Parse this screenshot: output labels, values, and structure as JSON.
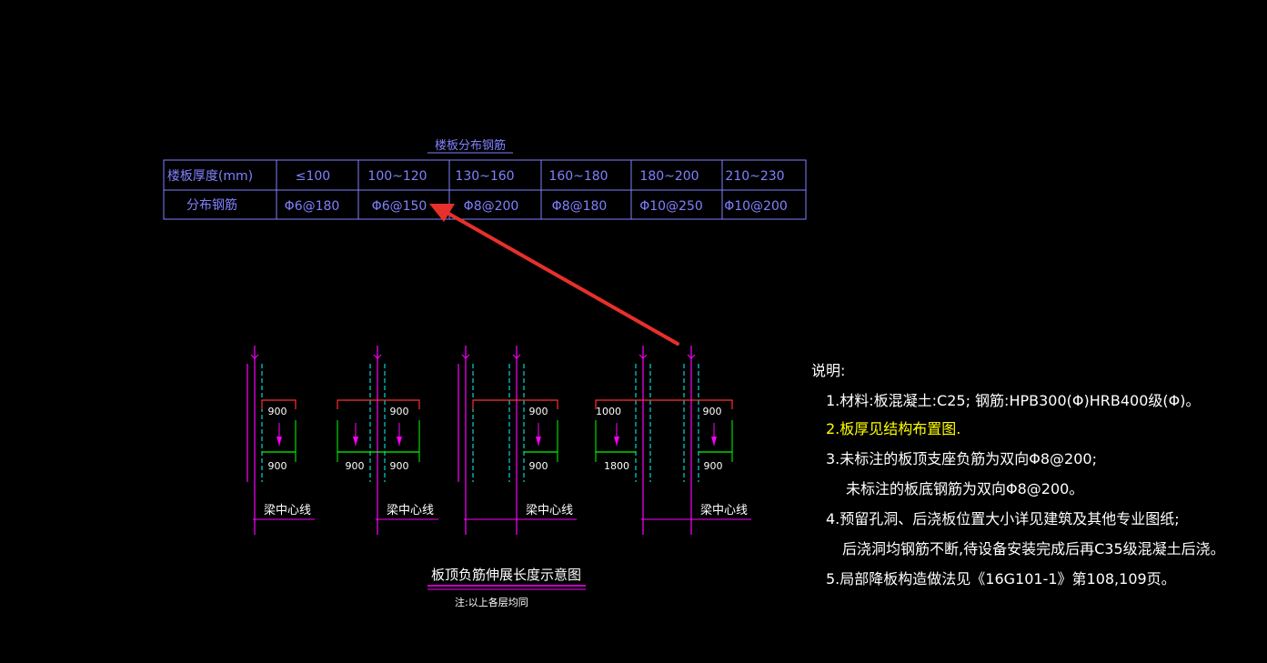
{
  "table": {
    "title": "楼板分布钢筋",
    "row_headers": [
      "楼板厚度(mm)",
      "分布钢筋"
    ],
    "thickness": [
      "≤100",
      "100~120",
      "130~160",
      "160~180",
      "180~200",
      "210~230"
    ],
    "rebar": [
      "Φ6@180",
      "Φ6@150",
      "Φ8@200",
      "Φ8@180",
      "Φ10@250",
      "Φ10@200"
    ]
  },
  "diagram": {
    "title": "板顶负筋伸展长度示意图",
    "subnote": "注:以上各层均同",
    "beam_label": "梁中心线",
    "groups": [
      {
        "top": "900",
        "bottom": "900"
      },
      {
        "top_left": "",
        "bottom_left": "900",
        "top_right": "900",
        "bottom_right": "900"
      },
      {
        "top": "900",
        "bottom": "900"
      },
      {
        "top_left": "1000",
        "bottom_left": "1800",
        "top_right": "900",
        "bottom_right": "900"
      }
    ]
  },
  "notes": {
    "heading": "说明:",
    "items": [
      {
        "text": "1.材料:板混凝土:C25; 钢筋:HPB300(Φ)HRB400级(Φ)。",
        "highlight": false
      },
      {
        "text": "2.板厚见结构布置图.",
        "highlight": true
      },
      {
        "text": "3.未标注的板顶支座负筋为双向Φ8@200;",
        "highlight": false
      },
      {
        "text": "未标注的板底钢筋为双向Φ8@200。",
        "highlight": false
      },
      {
        "text": "4.预留孔洞、后浇板位置大小详见建筑及其他专业图纸;",
        "highlight": false
      },
      {
        "text": "后浇洞均钢筋不断,待设备安装完成后再C35级混凝土后浇。",
        "highlight": false
      },
      {
        "text": "5.局部降板构造做法见《16G101-1》第108,109页。",
        "highlight": false
      }
    ]
  },
  "colors": {
    "table_line": "#8080ff",
    "beam": "#ff00ff",
    "dashed": "#00ffff",
    "rebar_top": "#ff3030",
    "rebar_bottom": "#00ff00",
    "arrow": "#e8302a"
  }
}
